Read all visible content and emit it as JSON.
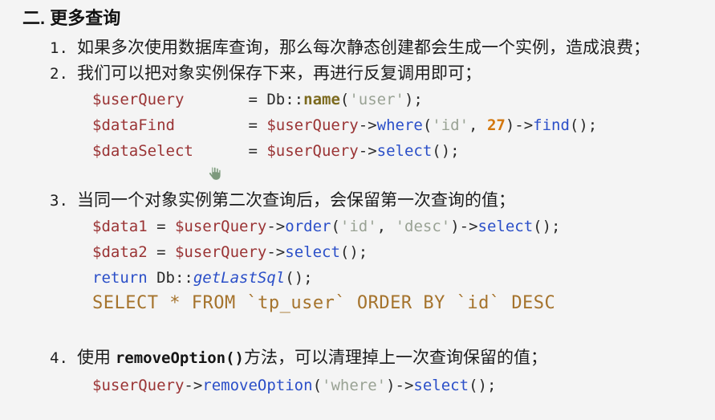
{
  "heading": "二. 更多查询",
  "colors": {
    "page_background": "#f4f4f4",
    "text": "#1d1d1d",
    "variable": "#9a3334",
    "function_call": "#2b4fc8",
    "keyword": "#2b4fc8",
    "static_method": "#7c6a1e",
    "string": "#99a294",
    "number": "#d3770e",
    "sql_text": "#a5732c"
  },
  "items": [
    {
      "num": "1.",
      "text": "如果多次使用数据库查询，那么每次静态创建都会生成一个实例，造成浪费；"
    },
    {
      "num": "2.",
      "text": "我们可以把对象实例保存下来，再进行反复调用即可；"
    },
    {
      "num": "3.",
      "text": "当同一个对象实例第二次查询后，会保留第一次查询的值；"
    },
    {
      "num": "4.",
      "parts": [
        {
          "t": "使用 ",
          "c": "cn"
        },
        {
          "t": "removeOption()",
          "c": "icode"
        },
        {
          "t": "方法，可以清理掉上一次查询保留的值；",
          "c": "cn"
        }
      ]
    }
  ],
  "code_blocks": [
    {
      "lines": [
        [
          {
            "t": "$userQuery",
            "c": "var"
          },
          {
            "t": "       = ",
            "c": "plain"
          },
          {
            "t": "Db",
            "c": "plain"
          },
          {
            "t": "::",
            "c": "plain"
          },
          {
            "t": "name",
            "c": "method"
          },
          {
            "t": "(",
            "c": "plain"
          },
          {
            "t": "'user'",
            "c": "str"
          },
          {
            "t": ");",
            "c": "plain"
          }
        ],
        [
          {
            "t": "$dataFind",
            "c": "var"
          },
          {
            "t": "        = ",
            "c": "plain"
          },
          {
            "t": "$userQuery",
            "c": "var"
          },
          {
            "t": "->",
            "c": "plain"
          },
          {
            "t": "where",
            "c": "fn"
          },
          {
            "t": "(",
            "c": "plain"
          },
          {
            "t": "'id'",
            "c": "str"
          },
          {
            "t": ", ",
            "c": "plain"
          },
          {
            "t": "27",
            "c": "num"
          },
          {
            "t": ")->",
            "c": "plain"
          },
          {
            "t": "find",
            "c": "fn"
          },
          {
            "t": "();",
            "c": "plain"
          }
        ],
        [
          {
            "t": "$dataSelect",
            "c": "var"
          },
          {
            "t": "      = ",
            "c": "plain"
          },
          {
            "t": "$userQuery",
            "c": "var"
          },
          {
            "t": "->",
            "c": "plain"
          },
          {
            "t": "select",
            "c": "fn"
          },
          {
            "t": "();",
            "c": "plain"
          }
        ]
      ]
    },
    {
      "lines": [
        [
          {
            "t": "$data1",
            "c": "var"
          },
          {
            "t": " = ",
            "c": "plain"
          },
          {
            "t": "$userQuery",
            "c": "var"
          },
          {
            "t": "->",
            "c": "plain"
          },
          {
            "t": "order",
            "c": "fn"
          },
          {
            "t": "(",
            "c": "plain"
          },
          {
            "t": "'id'",
            "c": "str"
          },
          {
            "t": ", ",
            "c": "plain"
          },
          {
            "t": "'desc'",
            "c": "str"
          },
          {
            "t": ")->",
            "c": "plain"
          },
          {
            "t": "select",
            "c": "fn"
          },
          {
            "t": "();",
            "c": "plain"
          }
        ],
        [
          {
            "t": "$data2",
            "c": "var"
          },
          {
            "t": " = ",
            "c": "plain"
          },
          {
            "t": "$userQuery",
            "c": "var"
          },
          {
            "t": "->",
            "c": "plain"
          },
          {
            "t": "select",
            "c": "fn"
          },
          {
            "t": "();",
            "c": "plain"
          }
        ],
        [
          {
            "t": "return",
            "c": "kw"
          },
          {
            "t": " Db",
            "c": "plain"
          },
          {
            "t": "::",
            "c": "plain"
          },
          {
            "t": "getLastSql",
            "c": "fnit"
          },
          {
            "t": "();",
            "c": "plain"
          }
        ],
        [
          {
            "t": "SELECT * FROM `tp_user` ORDER BY `id` DESC",
            "c": "sql"
          }
        ]
      ]
    },
    {
      "lines": [
        [
          {
            "t": "$userQuery",
            "c": "var"
          },
          {
            "t": "->",
            "c": "plain"
          },
          {
            "t": "removeOption",
            "c": "fn"
          },
          {
            "t": "(",
            "c": "plain"
          },
          {
            "t": "'where'",
            "c": "str"
          },
          {
            "t": ")->",
            "c": "plain"
          },
          {
            "t": "select",
            "c": "fn"
          },
          {
            "t": "();",
            "c": "plain"
          }
        ]
      ]
    }
  ],
  "cursor": {
    "type": "hand-cursor",
    "color": "#7d997d"
  }
}
